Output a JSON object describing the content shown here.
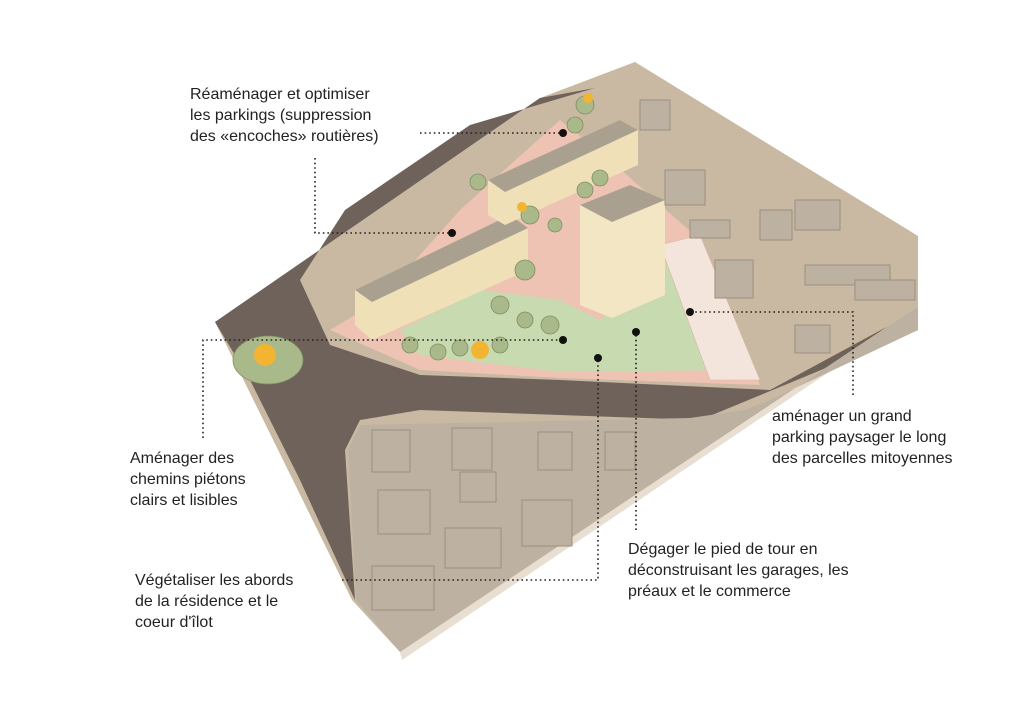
{
  "annotations": [
    {
      "id": "parkings",
      "lines": [
        "Réaménager et optimiser",
        "les parkings (suppression",
        "des «encoches» routières)"
      ]
    },
    {
      "id": "chemins",
      "lines": [
        "Aménager des",
        "chemins piétons",
        "clairs et lisibles"
      ]
    },
    {
      "id": "vegetaliser",
      "lines": [
        "Végétaliser les abords",
        "de la résidence et le",
        "coeur d'îlot"
      ]
    },
    {
      "id": "degager",
      "lines": [
        "Dégager le pied de tour en",
        "déconstruisant les garages, les",
        "préaux et le commerce"
      ]
    },
    {
      "id": "grand-parking",
      "lines": [
        "aménager un grand",
        "parking paysager le long",
        "des parcelles mitoyennes"
      ]
    }
  ],
  "colors": {
    "board": "#c9b9a2",
    "road": "#6e625a",
    "pink": "#eec3b4",
    "green": "#c8dab0",
    "building": "#efe0b8",
    "block": "#bdb1a1",
    "tree": "#a9b98a",
    "tree_yellow": "#f2b431",
    "leader": "#222222"
  }
}
